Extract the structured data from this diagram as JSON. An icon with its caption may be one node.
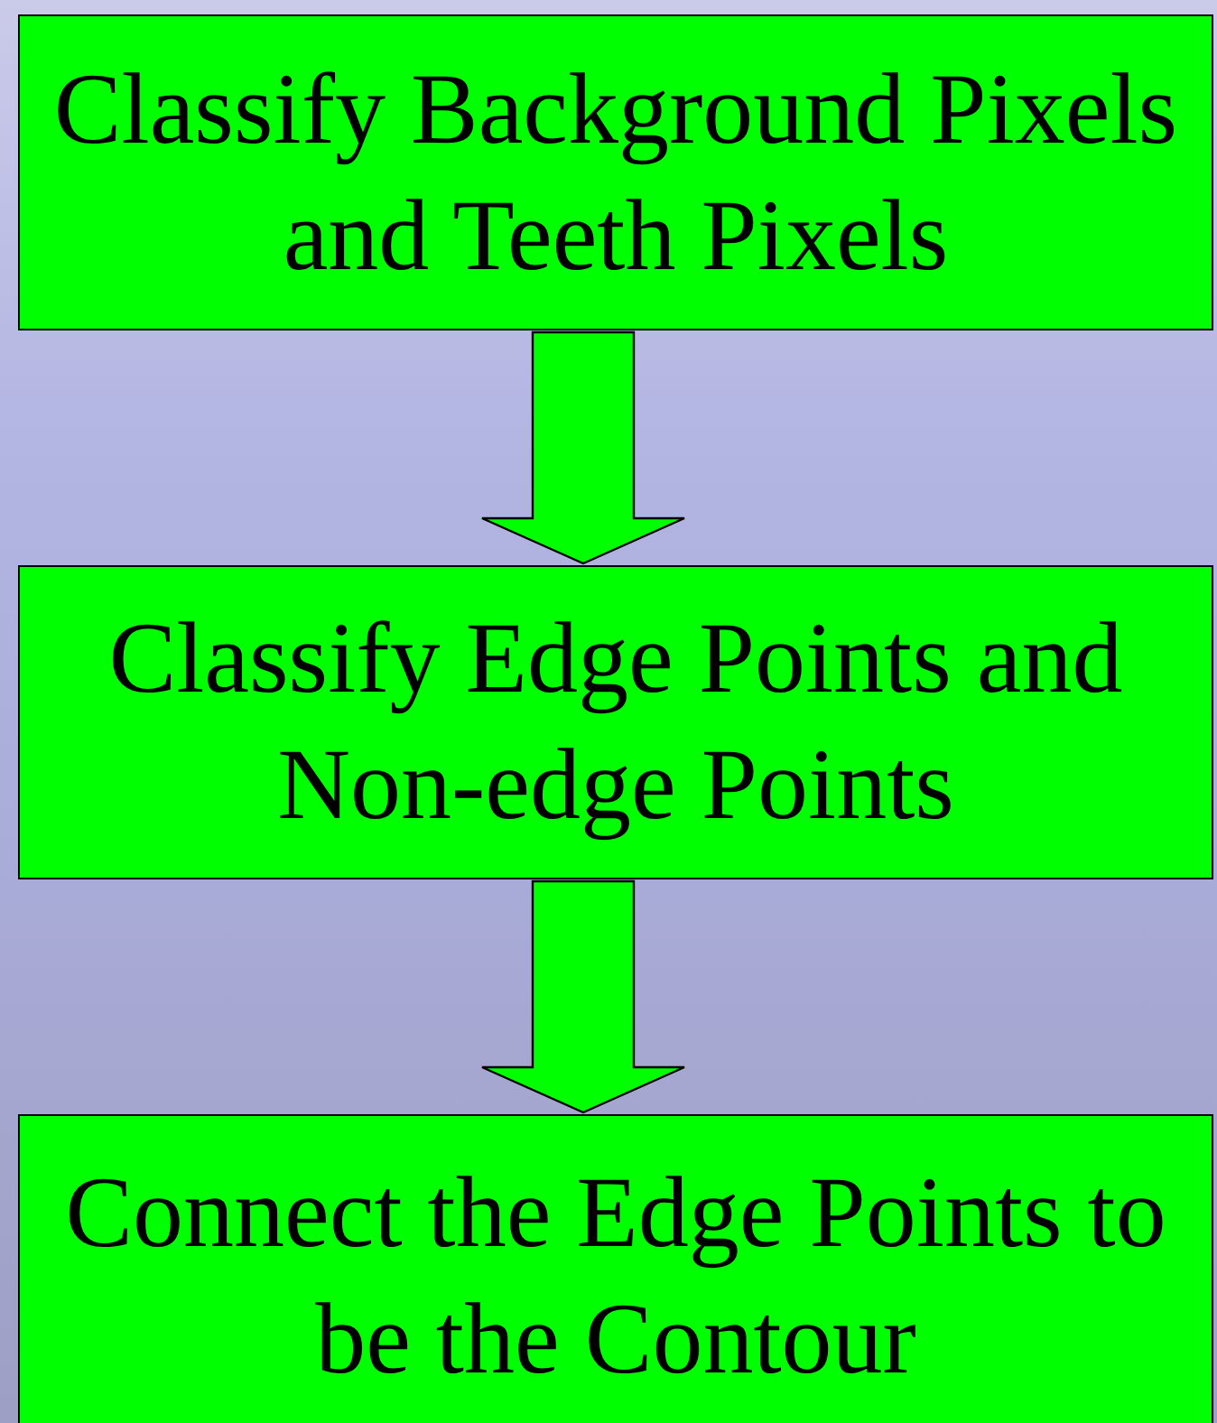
{
  "diagram": {
    "nodes": [
      {
        "text": [
          "Classify Background Pixels and Teeth Pixels"
        ]
      },
      {
        "text": [
          "Classify Edge Points and Non-edge Points"
        ]
      },
      {
        "text": [
          "Connect the Edge Points to be the Contour"
        ]
      }
    ],
    "edges": [
      {
        "from": 0,
        "to": 1,
        "arrow": "to"
      },
      {
        "from": 1,
        "to": 2,
        "arrow": "to"
      }
    ]
  }
}
